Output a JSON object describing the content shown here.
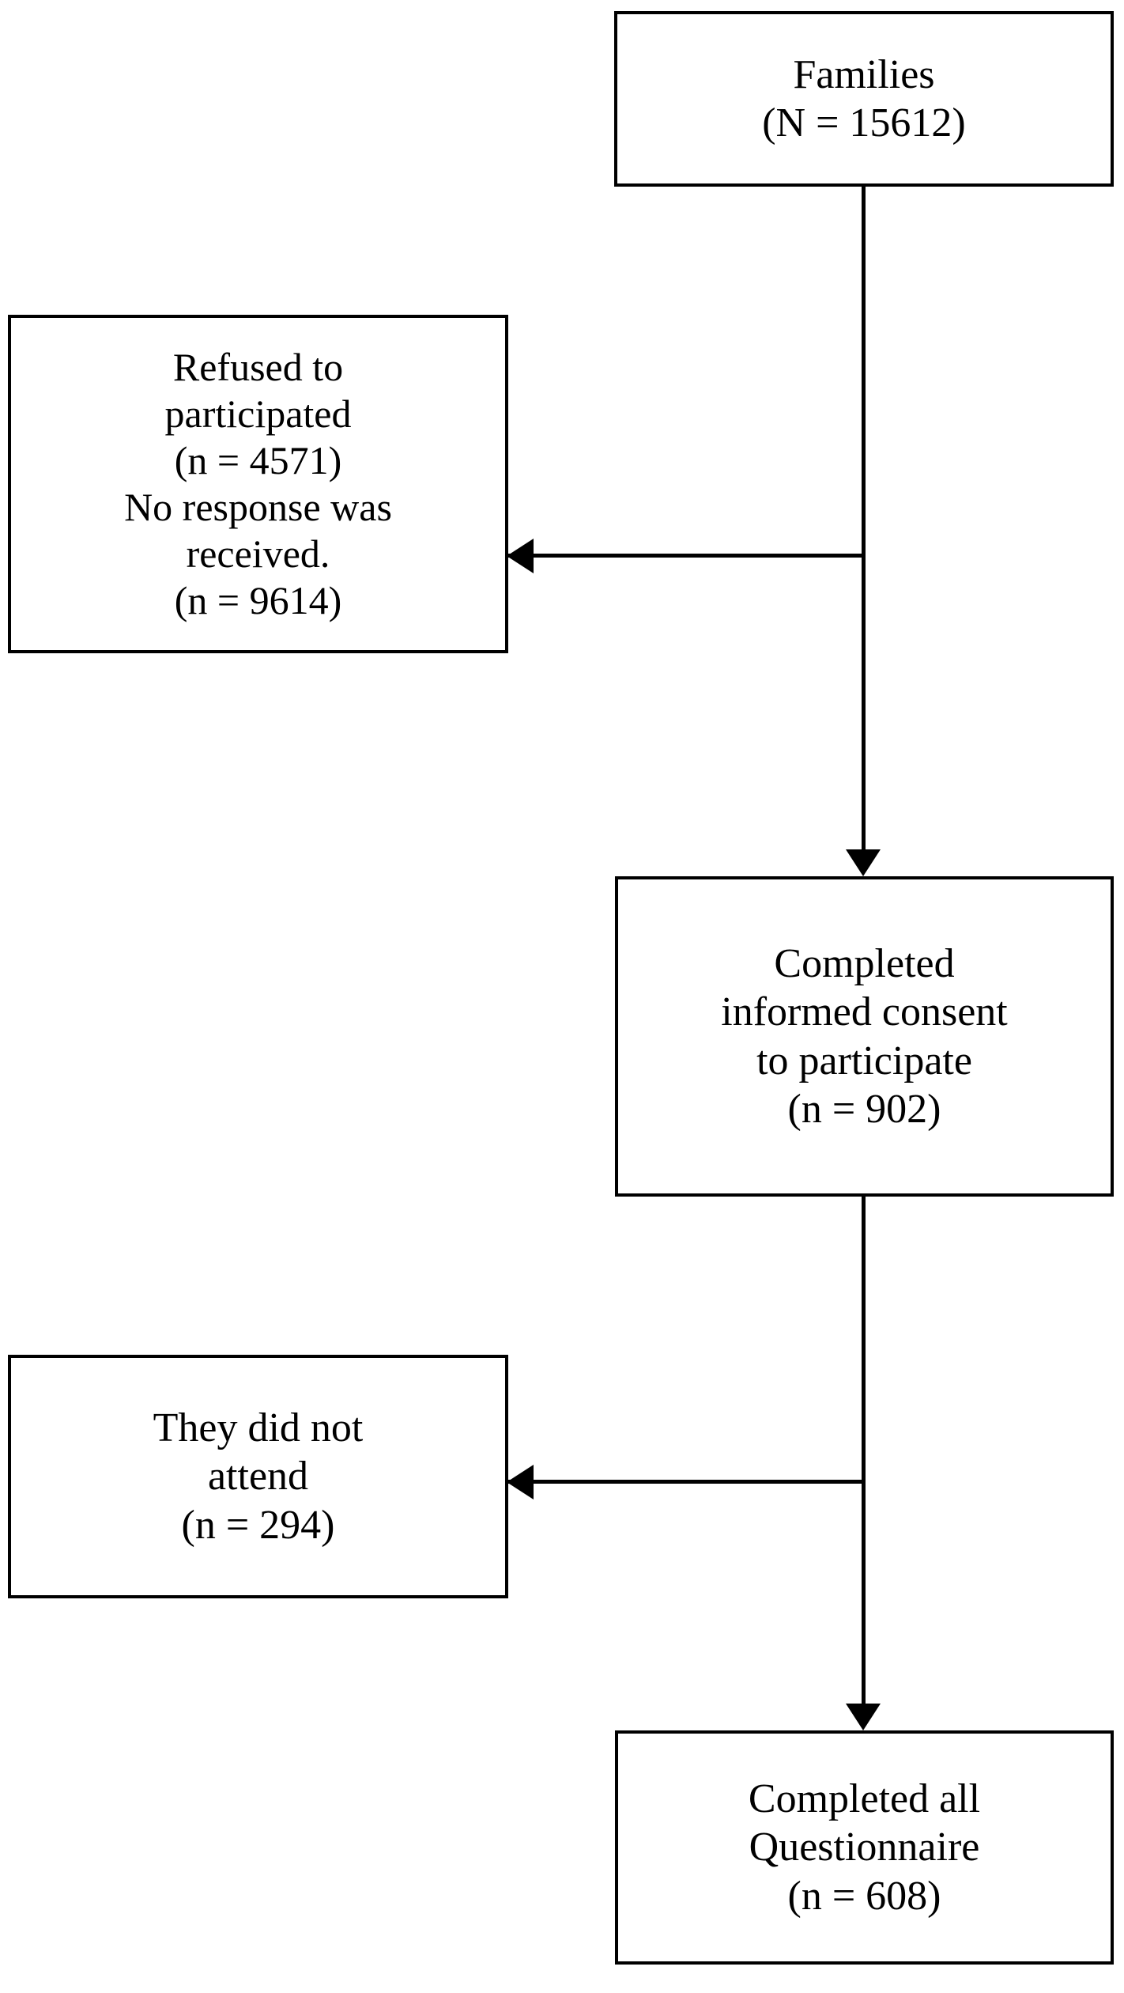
{
  "diagram": {
    "type": "participant-flow-chart",
    "orientation": "top-to-bottom",
    "colors": {
      "stroke": "#000000",
      "fill": "#ffffff",
      "text": "#000000"
    },
    "nodes": [
      {
        "id": "families",
        "lines": [
          "Families",
          "(N = 15612)"
        ],
        "count_label": "N = 15612",
        "count": 15612
      },
      {
        "id": "refused",
        "lines": [
          "Refused to",
          "participated",
          "(n = 4571)",
          "No response was",
          "received.",
          "(n = 9614)"
        ],
        "reasons": [
          {
            "label": "Refused to participated",
            "count_label": "n = 4571",
            "count": 4571
          },
          {
            "label": "No response was received.",
            "count_label": "n = 9614",
            "count": 9614
          }
        ]
      },
      {
        "id": "consent",
        "lines": [
          "Completed",
          "informed consent",
          "to participate",
          "(n = 902)"
        ],
        "count_label": "n = 902",
        "count": 902
      },
      {
        "id": "notattend",
        "lines": [
          "They did not",
          "attend",
          "(n = 294)"
        ],
        "count_label": "n = 294",
        "count": 294
      },
      {
        "id": "questionnaire",
        "lines": [
          "Completed all",
          "Questionnaire",
          "(n = 608)"
        ],
        "count_label": "n = 608",
        "count": 608
      }
    ],
    "edges": [
      {
        "id": "families-to-consent",
        "from": "families",
        "to": "consent",
        "arrow": "down"
      },
      {
        "id": "families-to-refused",
        "from": "families",
        "to": "refused",
        "arrow": "left"
      },
      {
        "id": "consent-to-questionnaire",
        "from": "consent",
        "to": "questionnaire",
        "arrow": "down"
      },
      {
        "id": "consent-to-notattend",
        "from": "consent",
        "to": "notattend",
        "arrow": "left"
      }
    ]
  }
}
